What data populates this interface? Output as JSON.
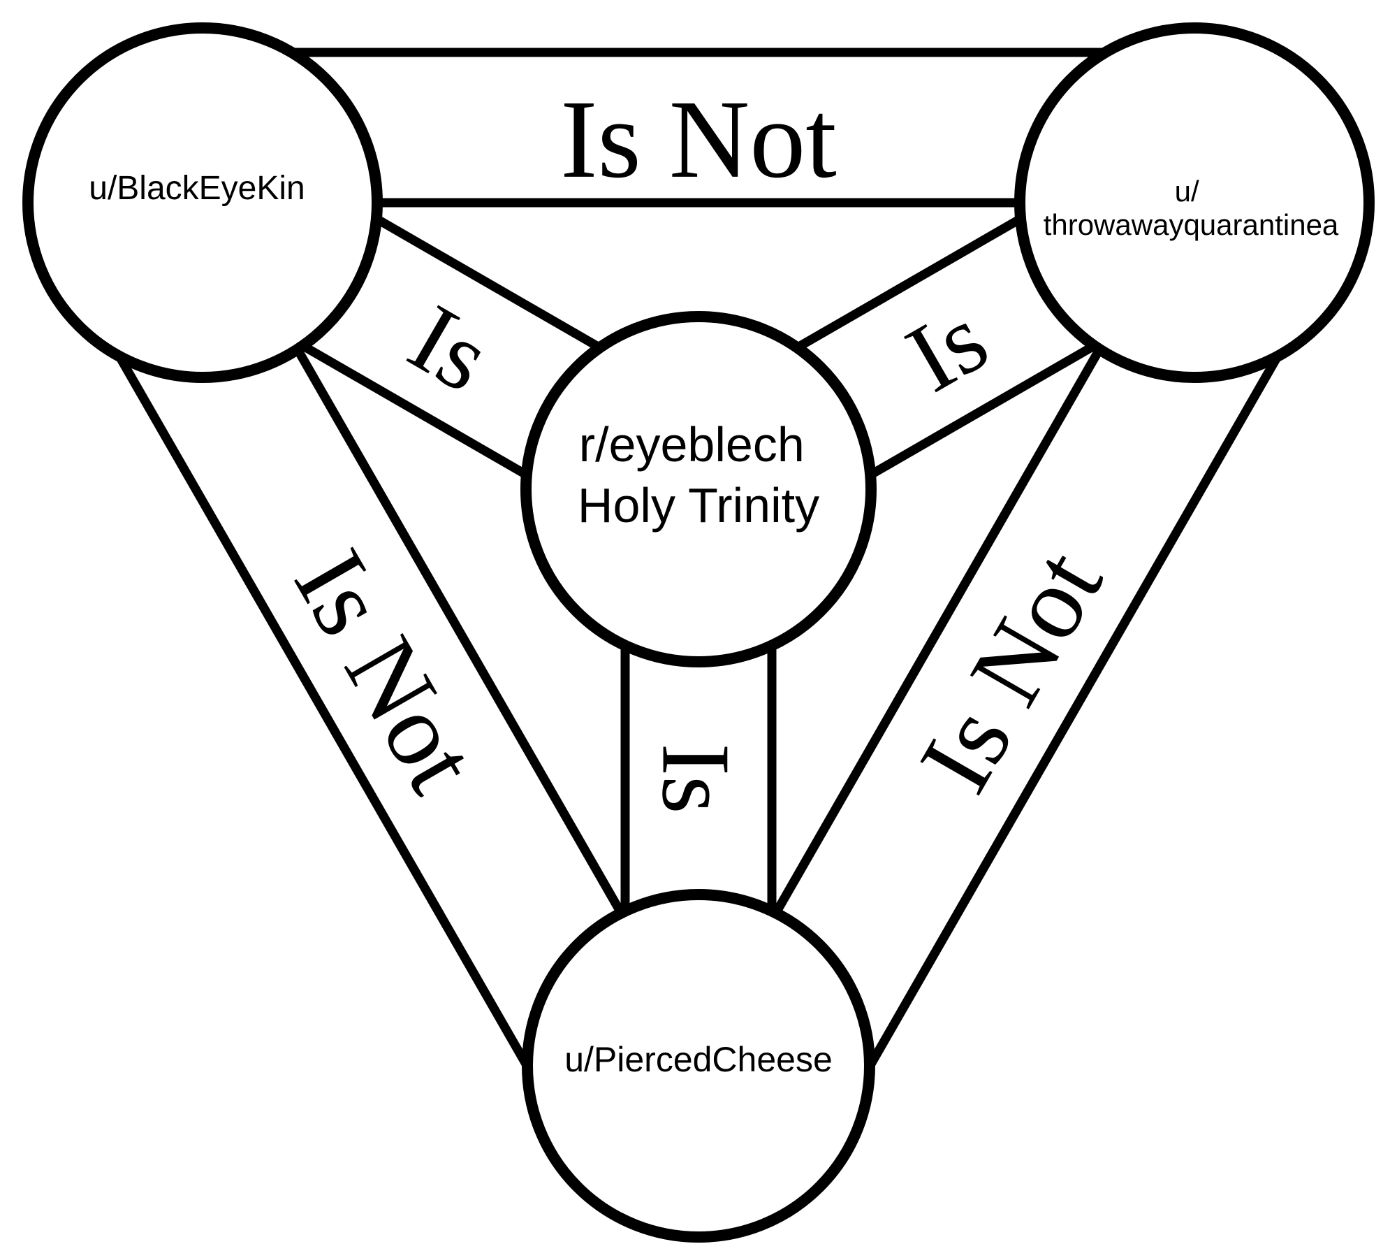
{
  "page": {
    "background_color": "#ffffff",
    "line_color": "#000000",
    "text_color": "#000000"
  },
  "diagram": {
    "kind": "shield-of-trinity",
    "nodes": {
      "top_left": {
        "label": "u/BlackEyeKin"
      },
      "top_right": {
        "line1": "u/",
        "line2": "throwawayquarantinea"
      },
      "center": {
        "line1": "r/eyeblech",
        "line2": "Holy Trinity"
      },
      "bottom": {
        "label": "u/PiercedCheese"
      }
    },
    "edges": {
      "top": {
        "label": "Is Not"
      },
      "left": {
        "label": "Is Not"
      },
      "right": {
        "label": "Is Not"
      },
      "center_left": {
        "label": "Is"
      },
      "center_right": {
        "label": "Is"
      },
      "center_bottom": {
        "label": "Is"
      }
    }
  }
}
